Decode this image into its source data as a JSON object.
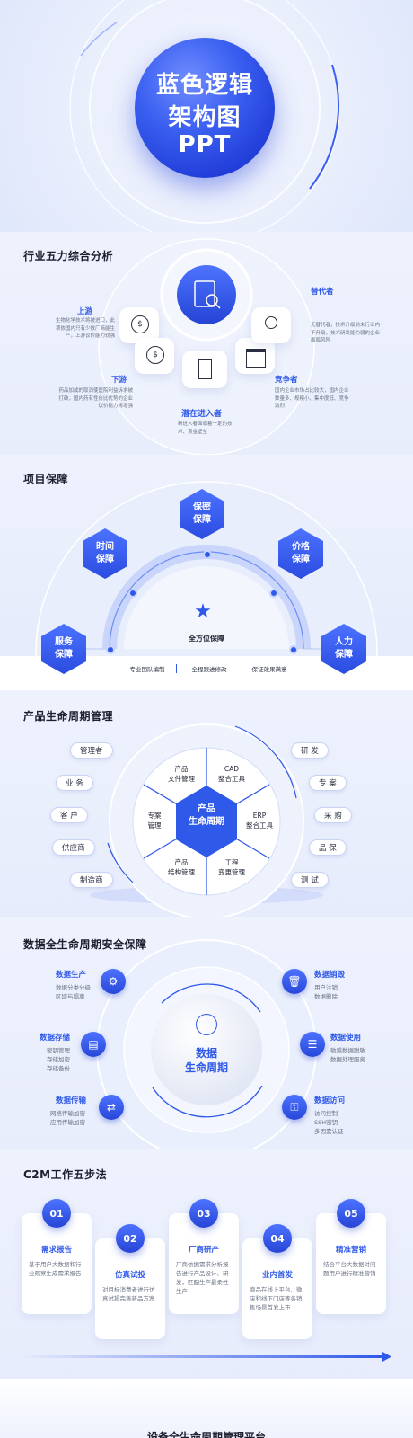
{
  "hero": {
    "line1": "蓝色逻辑",
    "line2": "架构图",
    "line3": "PPT"
  },
  "s1": {
    "title": "行业五力综合分析",
    "items": [
      {
        "name": "上游",
        "desc": "生物化学技术将被进口，此项依国内只有少数厂商能生产，上游议价能力较强"
      },
      {
        "name": "下游",
        "desc": "药品加成的取消使医院利益诉求被打破，国内药有性价比优势的企业议价能力将增强"
      },
      {
        "name": "潜在进入者",
        "desc": "新进入者面临着一定的技术、资金壁垒"
      },
      {
        "name": "竞争者",
        "desc": "国内企业市场占比较大，国内企业数量多、规模小、集中度低、竞争激烈"
      },
      {
        "name": "替代者",
        "desc": "无替代者，技术升级前未行业内不升级，技术研发能力弱的企业面临风险"
      }
    ],
    "icons": [
      "coins-icon",
      "dollar-hand-icon",
      "door-icon",
      "buildings-icon",
      "people-icon"
    ]
  },
  "s2": {
    "title": "项目保障",
    "hexes": [
      "服务\n保障",
      "时间\n保障",
      "保密\n保障",
      "价格\n保障",
      "人力\n保障"
    ],
    "center": "全方位保障",
    "tags": [
      "专业团队编制",
      "全程跟进修改",
      "保证效果满意"
    ]
  },
  "s3": {
    "title": "产品生命周期管理",
    "center": "产品\n生命周期",
    "segments": [
      "产品\n文件管理",
      "CAD\n整合工具",
      "ERP\n整合工具",
      "工程\n变更管理",
      "产品\n结构管理",
      "专案\n管理"
    ],
    "left": [
      "管理者",
      "业 务",
      "客 户",
      "供应商",
      "制造商"
    ],
    "right": [
      "研 发",
      "专 案",
      "采 购",
      "品 保",
      "测 试"
    ]
  },
  "s4": {
    "title": "数据全生命周期安全保障",
    "center": "数据\n生命周期",
    "items": [
      {
        "name": "数据生产",
        "desc": "数据分类分级\n区域与隔离"
      },
      {
        "name": "数据存储",
        "desc": "密钥管理\n存储加密\n存储备份"
      },
      {
        "name": "数据传输",
        "desc": "网络传输加密\n应用传输加密"
      },
      {
        "name": "数据销毁",
        "desc": "用户注销\n数据删除"
      },
      {
        "name": "数据使用",
        "desc": "敏感数据脱敏\n数据处理服务"
      },
      {
        "name": "数据访问",
        "desc": "访问控制\nSSH密钥\n多因素认证"
      }
    ]
  },
  "s5": {
    "title": "C2M工作五步法",
    "steps": [
      {
        "num": "01",
        "name": "需求报告",
        "desc": "基于用户大数据和行业观察生成需求报告"
      },
      {
        "num": "02",
        "name": "仿真试投",
        "desc": "对目标消费者进行仿真试投完善新品方案"
      },
      {
        "num": "03",
        "name": "厂商研产",
        "desc": "厂商依据需求分析报告进行产品设计、研发，匹配生产最柔性生产"
      },
      {
        "num": "04",
        "name": "业内首发",
        "desc": "商品在线上平台、微店和线下门店等各销售场景首发上市"
      },
      {
        "num": "05",
        "name": "精准营销",
        "desc": "结合平台大数据对问题用户进行精准营销"
      }
    ]
  },
  "s6": {
    "title": "设备全生命周期管理平台"
  },
  "colors": {
    "accent": "#2f59e8",
    "dark": "#1b1f2e"
  }
}
